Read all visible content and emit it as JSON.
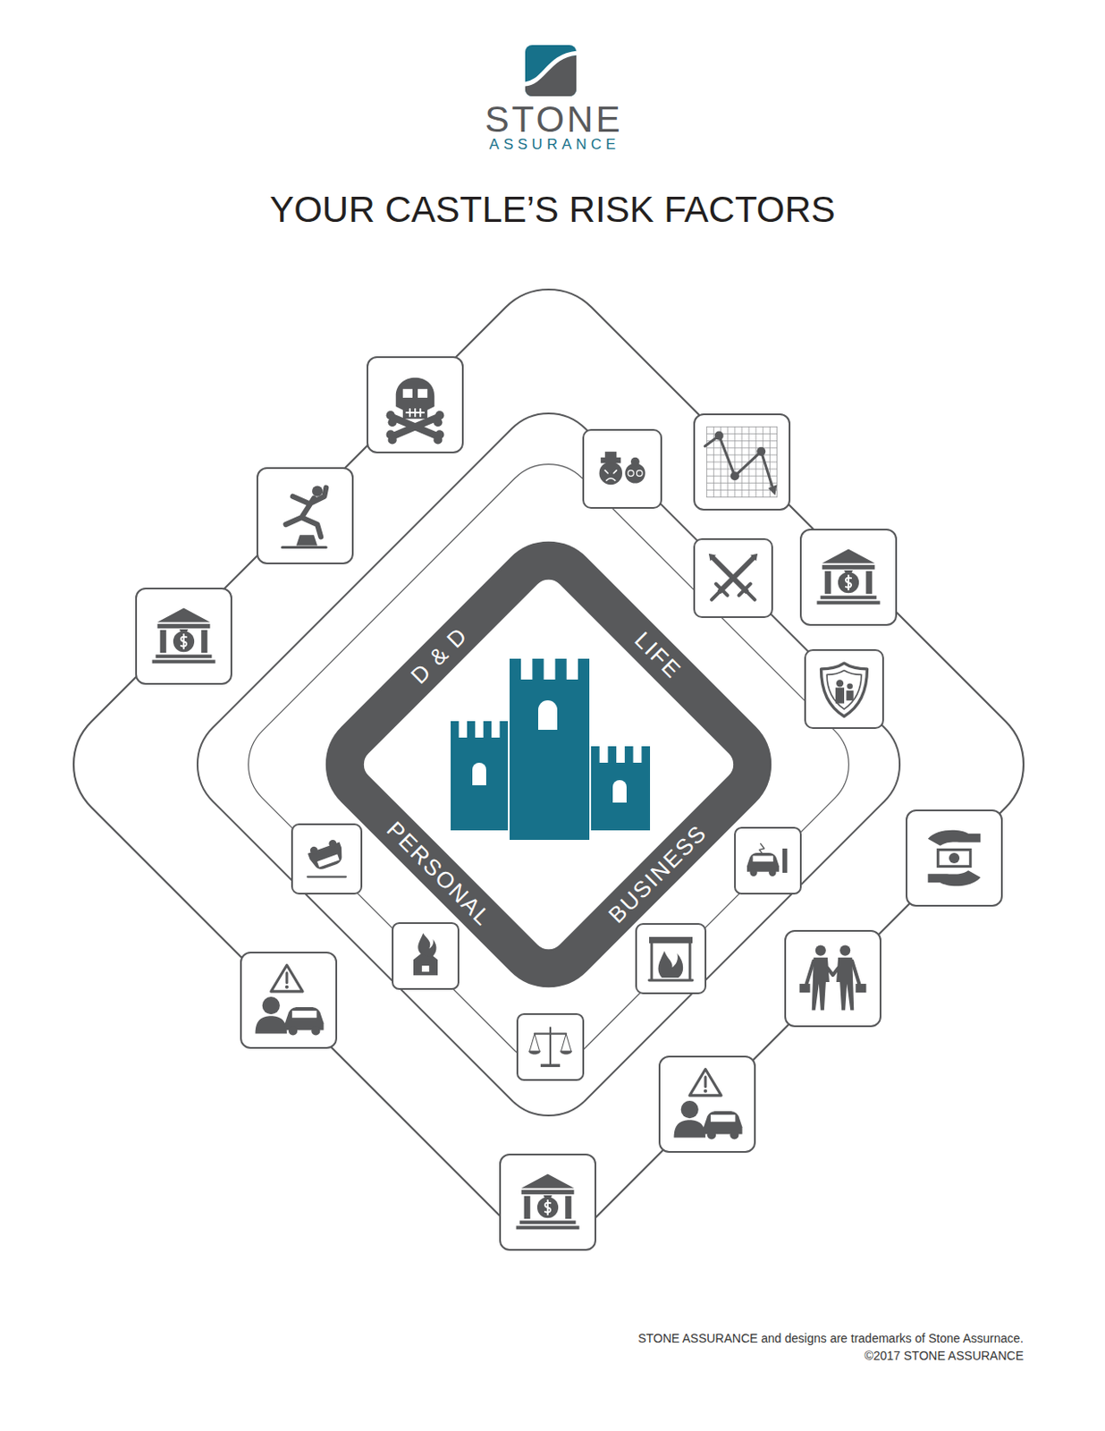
{
  "diagram": {
    "title": "YOUR CASTLE’S RISK FACTORS",
    "nodes": [
      {
        "text": [
          "D & D",
          "LIFE",
          "PERSONAL",
          "BUSINESS"
        ]
      }
    ],
    "labels": [
      "STONE",
      "ASSURANCE",
      "STONE ASSURANCE and designs are trademarks of Stone Assurnace.",
      "©2017 STONE ASSURANCE"
    ]
  }
}
